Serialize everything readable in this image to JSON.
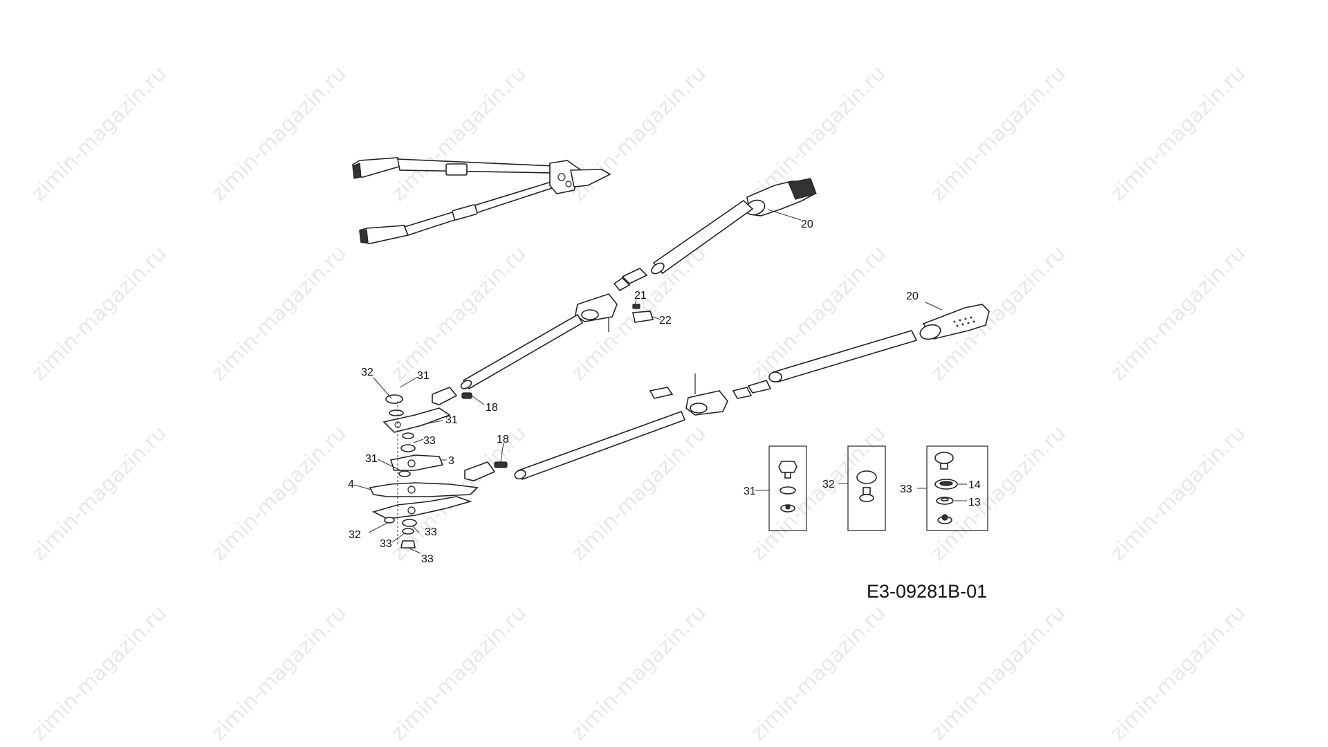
{
  "diagram": {
    "drawing_code": "E3-09281B-01",
    "watermark": "zimin-magazin.ru",
    "callouts": {
      "c20_top": "20",
      "c20_right": "20",
      "c21": "21",
      "c22": "22",
      "c18_upper": "18",
      "c18_lower": "18",
      "c32_top": "32",
      "c31_top": "31",
      "c31_mid": "31",
      "c33_mid": "33",
      "c3": "3",
      "c31_left": "31",
      "c4": "4",
      "c32_bottom": "32",
      "c33_b1": "33",
      "c33_b2": "33",
      "c33_b3": "33"
    },
    "detail_boxes": {
      "box31": {
        "label": "31"
      },
      "box32": {
        "label": "32"
      },
      "box33": {
        "label": "33",
        "sub_labels": [
          "14",
          "13"
        ]
      }
    }
  }
}
